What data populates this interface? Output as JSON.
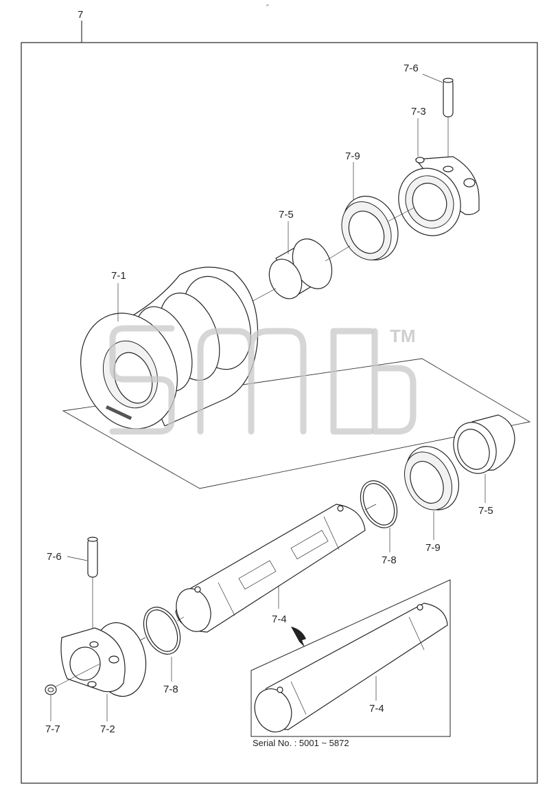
{
  "header_mark": "²⁰",
  "assembly_label": "7",
  "part_labels": {
    "p7_6_top": "7-6",
    "p7_3": "7-3",
    "p7_9_top": "7-9",
    "p7_5_top": "7-5",
    "p7_1": "7-1",
    "p7_5_right": "7-5",
    "p7_9_right": "7-9",
    "p7_8_right": "7-8",
    "p7_6_left": "7-6",
    "p7_4_mid": "7-4",
    "p7_8_left": "7-8",
    "p7_7": "7-7",
    "p7_2": "7-2",
    "p7_4_inset": "7-4"
  },
  "serial_note": "Serial No. : 5001 ~ 5872",
  "watermark": {
    "text": "smcb",
    "trademark": "TM",
    "color": "#c8c8c8"
  },
  "line_color": "#222222"
}
